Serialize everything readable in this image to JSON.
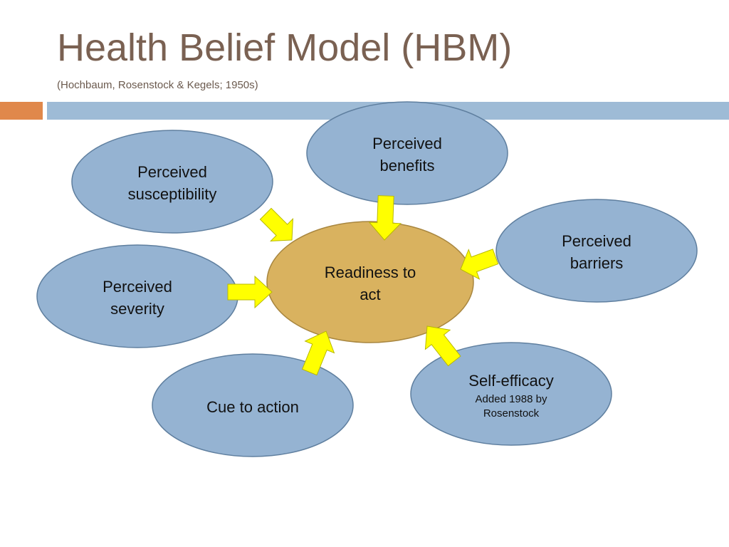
{
  "slide": {
    "title": "Health Belief Model (HBM)",
    "subtitle": "(Hochbaum, Rosenstock & Kegels; 1950s)"
  },
  "colors": {
    "title": "#7a6152",
    "accent_bar": "#e0884b",
    "main_bar": "#9ebbd6",
    "node_fill": "#95b3d2",
    "center_fill": "#d9b25f",
    "arrow_fill": "#ffff00"
  },
  "nodes": {
    "susceptibility": {
      "line1": "Perceived",
      "line2": "susceptibility"
    },
    "benefits": {
      "line1": "Perceived",
      "line2": "benefits"
    },
    "barriers": {
      "line1": "Perceived",
      "line2": "barriers"
    },
    "severity": {
      "line1": "Perceived",
      "line2": "severity"
    },
    "cue": {
      "label": "Cue to action"
    },
    "self_efficacy": {
      "label": "Self-efficacy",
      "note1": "Added 1988 by",
      "note2": "Rosenstock"
    },
    "center": {
      "line1": "Readiness to",
      "line2": "act"
    }
  }
}
